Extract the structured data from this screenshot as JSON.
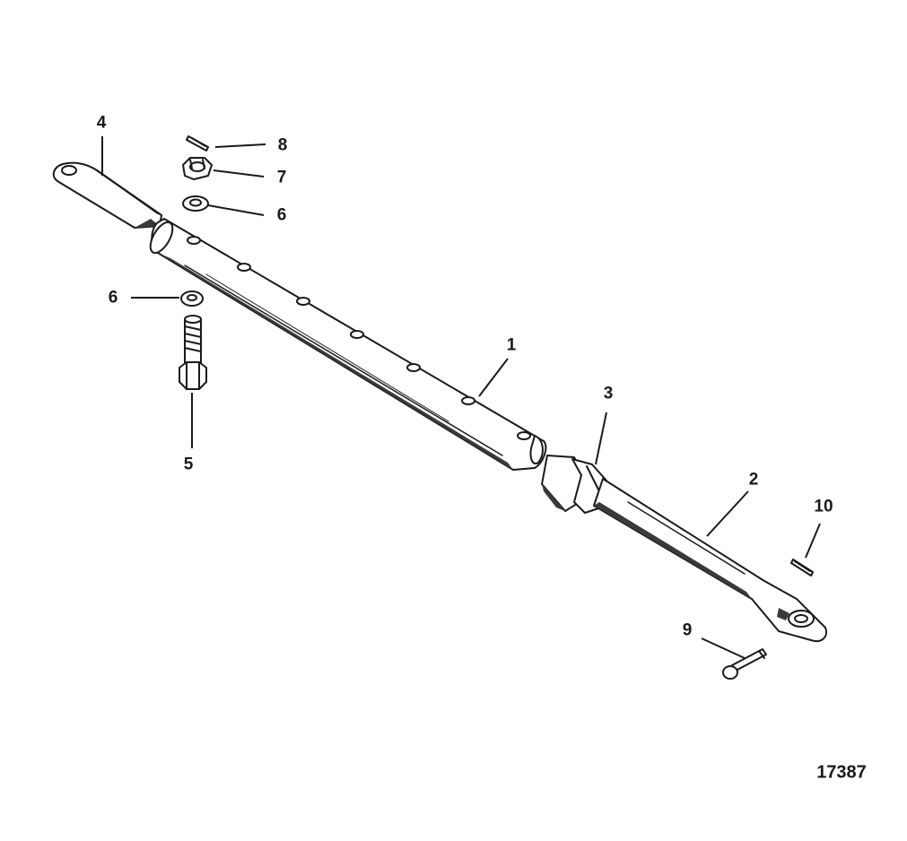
{
  "figure_number": "17387",
  "callouts": [
    {
      "id": "c1",
      "label": "1"
    },
    {
      "id": "c2",
      "label": "2"
    },
    {
      "id": "c3",
      "label": "3"
    },
    {
      "id": "c4",
      "label": "4"
    },
    {
      "id": "c5",
      "label": "5"
    },
    {
      "id": "c6a",
      "label": "6"
    },
    {
      "id": "c6b",
      "label": "6"
    },
    {
      "id": "c7",
      "label": "7"
    },
    {
      "id": "c8",
      "label": "8"
    },
    {
      "id": "c9",
      "label": "9"
    },
    {
      "id": "c10",
      "label": "10"
    }
  ]
}
